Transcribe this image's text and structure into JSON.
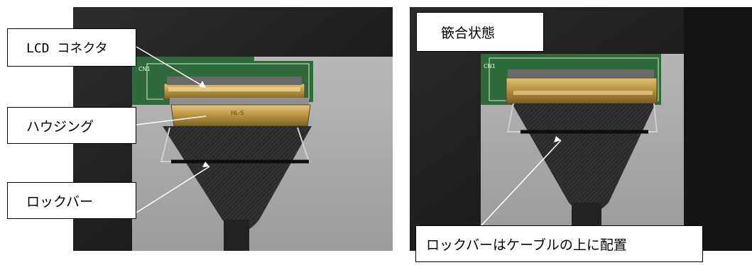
{
  "left_photo": {
    "labels": {
      "lcd_connector": "LCD コネクタ",
      "housing": "ハウジング",
      "lock_bar": "ロックバー"
    }
  },
  "right_photo": {
    "labels": {
      "mated_state": "篏合状態",
      "lock_bar_note": "ロックバーはケーブルの上に配置"
    }
  },
  "colors": {
    "board_green": "#2f6a3c",
    "connector_gold": "#b99440",
    "cable_black": "#2a2a2a",
    "panel_gray": "#a9a9a9",
    "background_dark": "#1c1c1c"
  }
}
